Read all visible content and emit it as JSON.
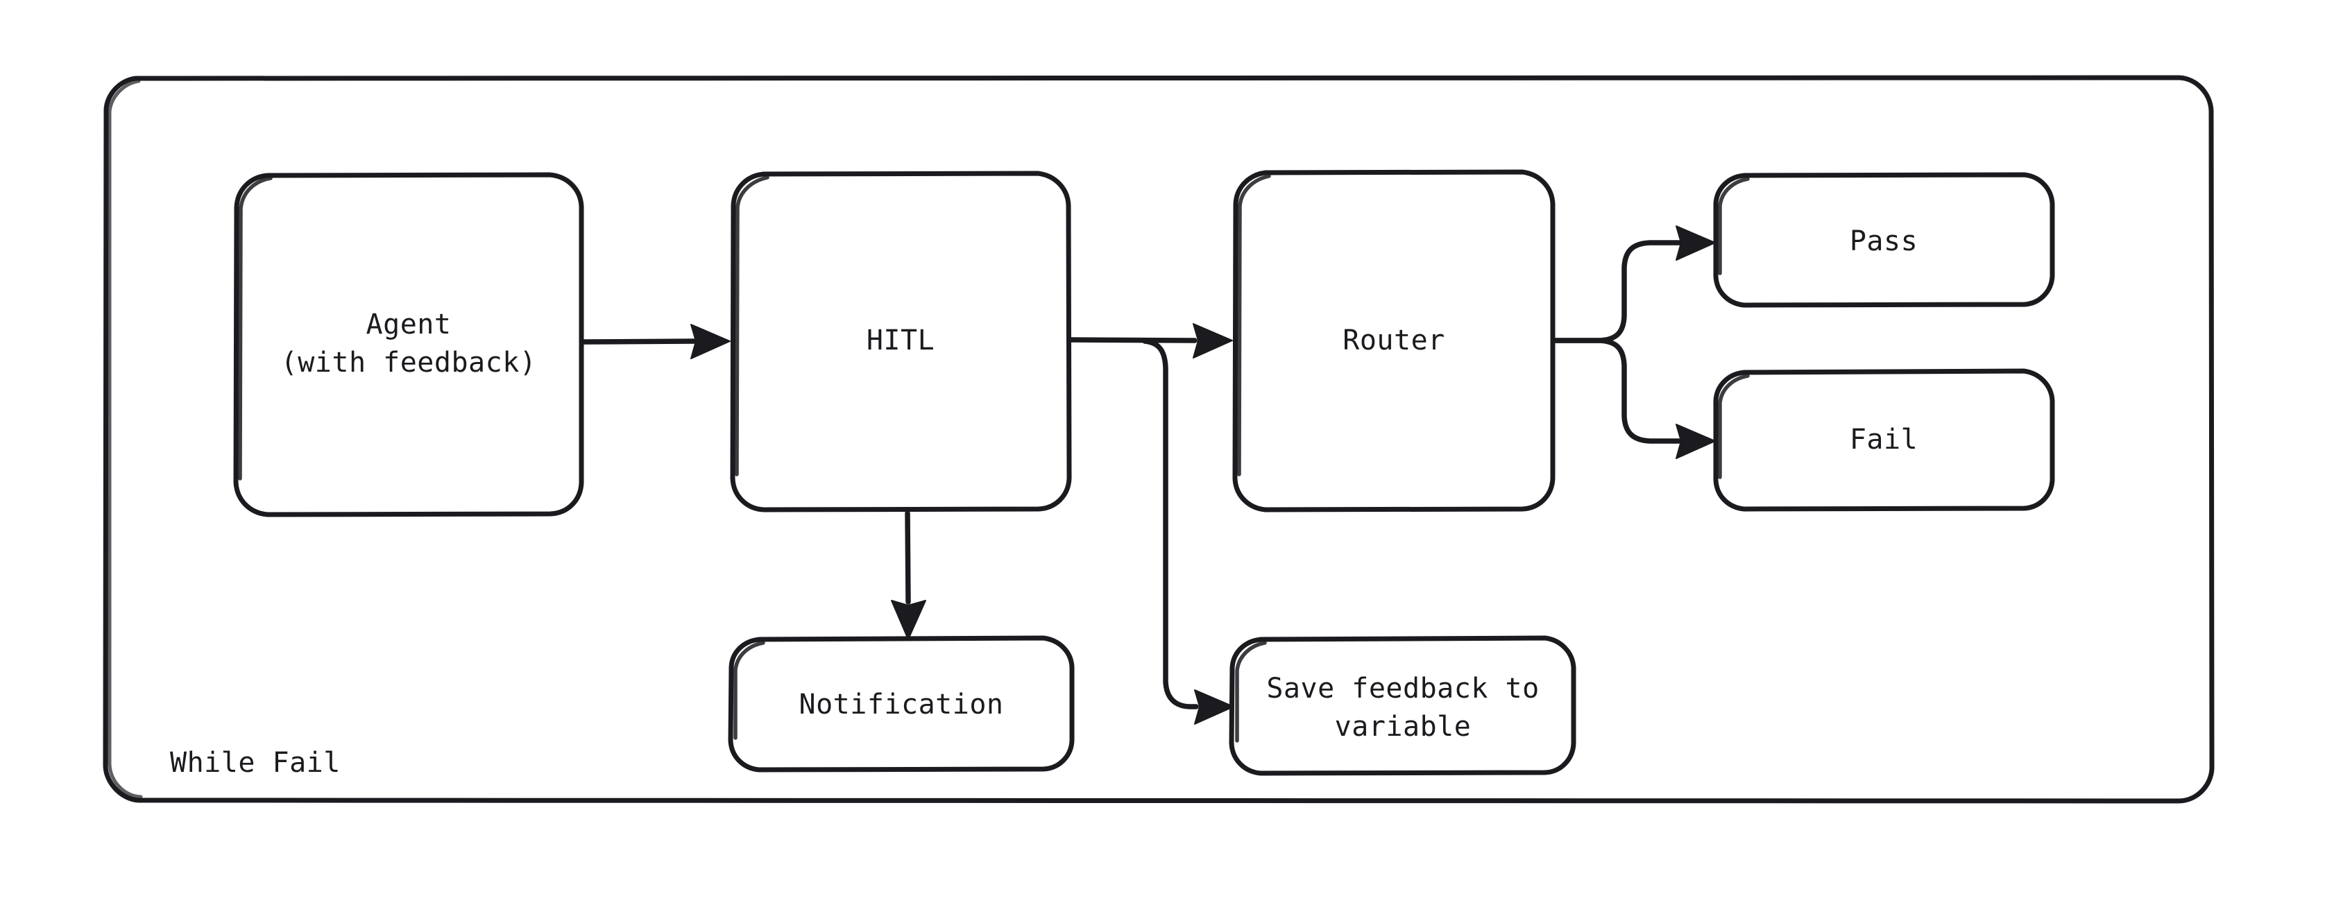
{
  "diagram": {
    "type": "flowchart",
    "orientation": "left-to-right",
    "background_color": "#ffffff",
    "stroke_color": "#1b1b1f",
    "style": "hand-drawn",
    "group": {
      "label": "While Fail",
      "kind": "loop-subgraph"
    },
    "nodes": [
      {
        "id": "agent",
        "label_line1": "Agent",
        "label_line2": "(with feedback)",
        "shape": "rounded-rect"
      },
      {
        "id": "hitl",
        "label_line1": "HITL",
        "label_line2": "",
        "shape": "rounded-rect"
      },
      {
        "id": "router",
        "label_line1": "Router",
        "label_line2": "",
        "shape": "rounded-rect"
      },
      {
        "id": "pass",
        "label_line1": "Pass",
        "label_line2": "",
        "shape": "rounded-rect"
      },
      {
        "id": "fail",
        "label_line1": "Fail",
        "label_line2": "",
        "shape": "rounded-rect"
      },
      {
        "id": "notification",
        "label_line1": "Notification",
        "label_line2": "",
        "shape": "rounded-rect"
      },
      {
        "id": "savefeedback",
        "label_line1": "Save feedback to",
        "label_line2": "variable",
        "shape": "rounded-rect"
      }
    ],
    "edges": [
      {
        "from": "agent",
        "to": "hitl",
        "label": "",
        "arrow": "single"
      },
      {
        "from": "hitl",
        "to": "router",
        "label": "",
        "arrow": "single"
      },
      {
        "from": "hitl",
        "to": "notification",
        "label": "",
        "arrow": "single"
      },
      {
        "from": "hitl",
        "to": "savefeedback",
        "label": "",
        "arrow": "single"
      },
      {
        "from": "router",
        "to": "pass",
        "label": "",
        "arrow": "single"
      },
      {
        "from": "router",
        "to": "fail",
        "label": "",
        "arrow": "single"
      }
    ]
  }
}
